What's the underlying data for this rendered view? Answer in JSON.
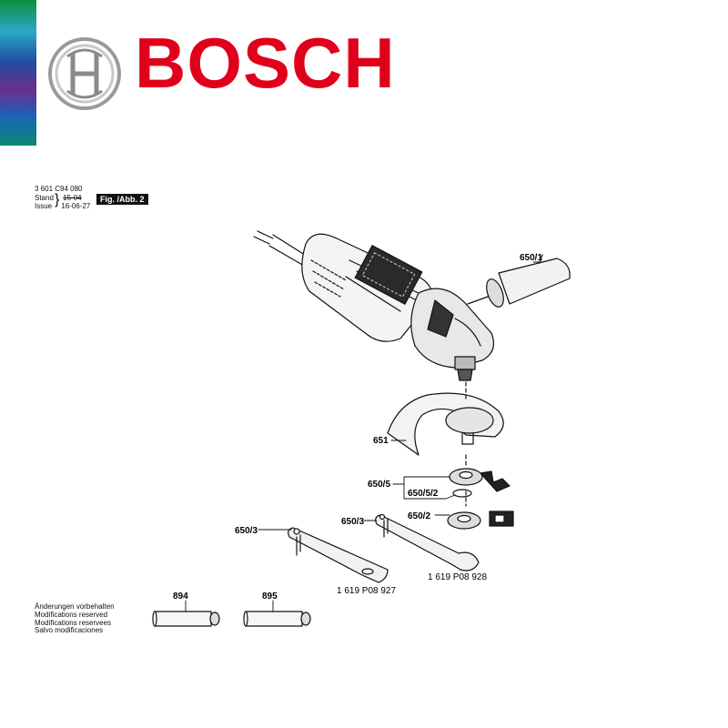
{
  "brand": {
    "name": "BOSCH",
    "color": "#e0001b"
  },
  "header": {
    "part_number": "3 601 C94 080",
    "stand_label": "Stand",
    "issue_label": "Issue",
    "stand_value": "15-04",
    "issue_value": "16-06-27",
    "figure_tag": "Fig. /Abb. 2"
  },
  "parts": {
    "p650_1": "650/1",
    "p651": "651",
    "p650_5": "650/5",
    "p650_5_2": "650/5/2",
    "p650_2": "650/2",
    "p650_3_a": "650/3",
    "p650_3_b": "650/3",
    "pn_927": "1 619 P08 927",
    "pn_928": "1 619 P08 928",
    "p894": "894",
    "p895": "895"
  },
  "notes": [
    "Änderungen vorbehalten",
    "Modifications reserved",
    "Modifications reservees",
    "Salvo modificaciones"
  ]
}
